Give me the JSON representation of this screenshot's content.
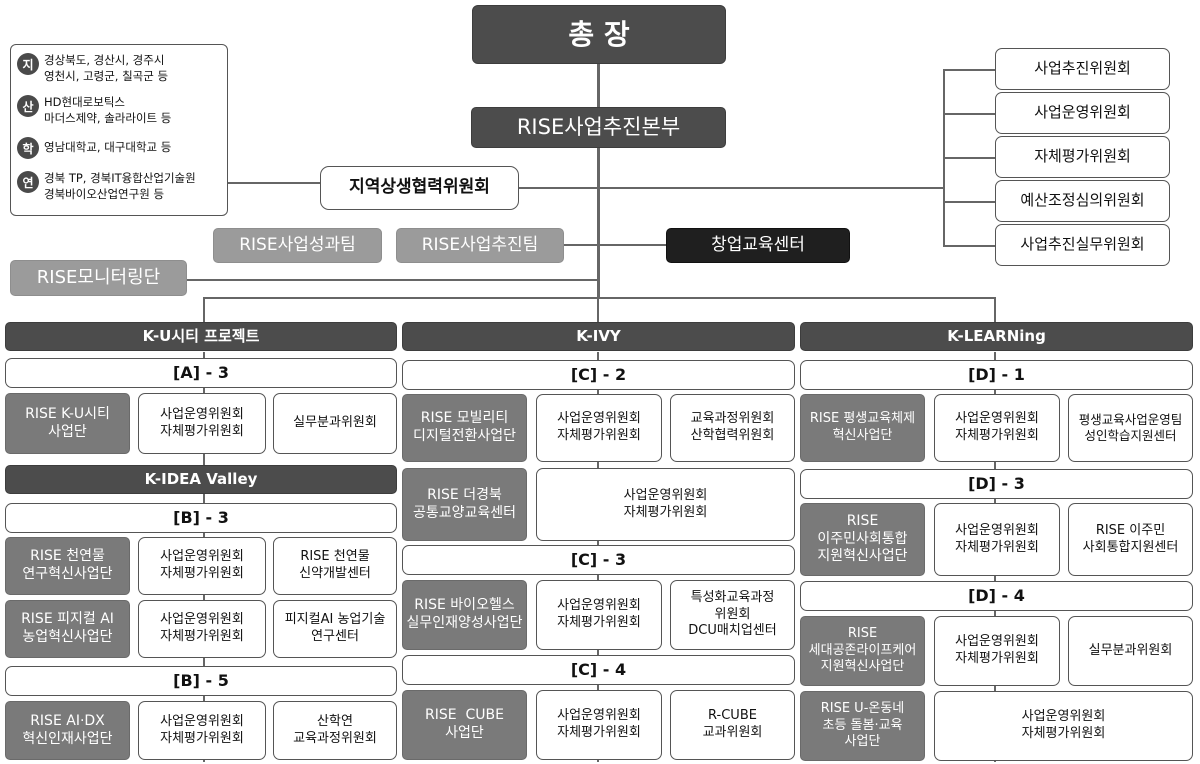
{
  "top": {
    "president": "총 장",
    "hq": "RISE사업추진본부",
    "regional_committee": "지역상생협력위원회",
    "performance_team": "RISE사업성과팀",
    "promotion_team": "RISE사업추진팀",
    "startup_center": "창업교육센터",
    "monitoring_group": "RISE모니터링단"
  },
  "legend": [
    {
      "badge": "지",
      "lines": [
        "경상북도, 경산시, 경주시",
        "영천시, 고령군, 칠곡군 등"
      ]
    },
    {
      "badge": "산",
      "lines": [
        "HD현대로보틱스",
        "마더스제약, 솔라라이트 등"
      ]
    },
    {
      "badge": "학",
      "lines": [
        "영남대학교, 대구대학교 등"
      ]
    },
    {
      "badge": "연",
      "lines": [
        "경북 TP, 경북IT융합산업기술원",
        "경북바이오산업연구원 등"
      ]
    }
  ],
  "committees": [
    "사업추진위원회",
    "사업운영위원회",
    "자체평가위원회",
    "예산조정심의위원회",
    "사업추진실무위원회"
  ],
  "columns": {
    "left": {
      "title": "K-U시티 프로젝트",
      "a3": {
        "label": "[A] - 3",
        "unit": [
          "RISE K-U시티",
          "사업단"
        ],
        "committee": [
          "사업운영위원회",
          "자체평가위원회"
        ],
        "extra": [
          "실무분과위원회"
        ]
      },
      "title2": "K-IDEA Valley",
      "b3": {
        "label": "[B] - 3",
        "row1": {
          "unit": [
            "RISE 천연물",
            "연구혁신사업단"
          ],
          "committee": [
            "사업운영위원회",
            "자체평가위원회"
          ],
          "extra": [
            "RISE 천연물",
            "신약개발센터"
          ]
        },
        "row2": {
          "unit": [
            "RISE 피지컬 AI",
            "농업혁신사업단"
          ],
          "committee": [
            "사업운영위원회",
            "자체평가위원회"
          ],
          "extra": [
            "피지컬AI 농업기술",
            "연구센터"
          ]
        }
      },
      "b5": {
        "label": "[B] - 5",
        "unit": [
          "RISE AI·DX",
          "혁신인재사업단"
        ],
        "committee": [
          "사업운영위원회",
          "자체평가위원회"
        ],
        "extra": [
          "산학연",
          "교육과정위원회"
        ]
      }
    },
    "middle": {
      "title": "K-IVY",
      "c2": {
        "label": "[C] - 2",
        "row1": {
          "unit": [
            "RISE 모빌리티",
            "디지털전환사업단"
          ],
          "committee": [
            "사업운영위원회",
            "자체평가위원회"
          ],
          "extra": [
            "교육과정위원회",
            "산학협력위원회"
          ]
        },
        "row2": {
          "unit": [
            "RISE 더경북",
            "공통교양교육센터"
          ],
          "committee": [
            "사업운영위원회",
            "자체평가위원회"
          ]
        }
      },
      "c3": {
        "label": "[C] - 3",
        "unit": [
          "RISE 바이오헬스",
          "실무인재양성사업단"
        ],
        "committee": [
          "사업운영위원회",
          "자체평가위원회"
        ],
        "extra": [
          "특성화교육과정",
          "위원회",
          "DCU매치업센터"
        ]
      },
      "c4": {
        "label": "[C] - 4",
        "unit": [
          "RISE  CUBE",
          "사업단"
        ],
        "committee": [
          "사업운영위원회",
          "자체평가위원회"
        ],
        "extra": [
          "R-CUBE",
          "교과위원회"
        ]
      }
    },
    "right": {
      "title": "K-LEARNing",
      "d1": {
        "label": "[D] - 1",
        "unit": [
          "RISE 평생교육체제",
          "혁신사업단"
        ],
        "committee": [
          "사업운영위원회",
          "자체평가위원회"
        ],
        "extra": [
          "평생교육사업운영팀",
          "성인학습지원센터"
        ]
      },
      "d3": {
        "label": "[D] - 3",
        "unit": [
          "RISE",
          "이주민사회통합",
          "지원혁신사업단"
        ],
        "committee": [
          "사업운영위원회",
          "자체평가위원회"
        ],
        "extra": [
          "RISE 이주민",
          "사회통합지원센터"
        ]
      },
      "d4": {
        "label": "[D] - 4",
        "row1": {
          "unit": [
            "RISE",
            "세대공존라이프케어",
            "지원혁신사업단"
          ],
          "committee": [
            "사업운영위원회",
            "자체평가위원회"
          ],
          "extra": [
            "실무분과위원회"
          ]
        },
        "row2": {
          "unit": [
            "RISE U-온동네",
            "초등 돌봄·교육",
            "사업단"
          ],
          "committee": [
            "사업운영위원회",
            "자체평가위원회"
          ]
        }
      }
    }
  }
}
